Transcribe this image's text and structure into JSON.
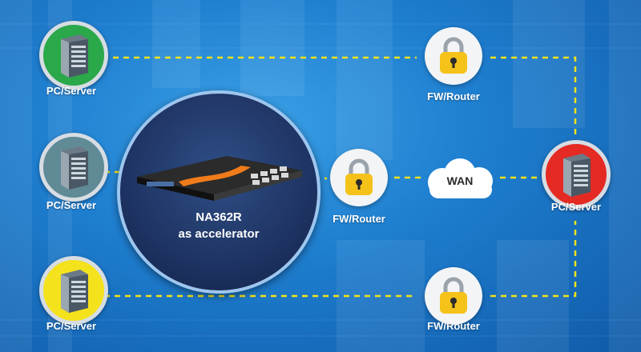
{
  "colors": {
    "link": "#f2e21a",
    "server_green": "#2aa84a",
    "server_gray": "#5f8a96",
    "server_yellow": "#f4e21c",
    "server_red": "#e52a23",
    "lock_body": "#f5c21a"
  },
  "nodes": {
    "pc_top": {
      "label": "PC/Server",
      "icon": "server-rack-icon"
    },
    "pc_mid": {
      "label": "PC/Server",
      "icon": "server-rack-icon"
    },
    "pc_bottom": {
      "label": "PC/Server",
      "icon": "server-rack-icon"
    },
    "pc_right": {
      "label": "PC/Server",
      "icon": "server-rack-icon"
    },
    "fw_top": {
      "label": "FW/Router",
      "icon": "padlock-icon"
    },
    "fw_mid": {
      "label": "FW/Router",
      "icon": "padlock-icon"
    },
    "fw_bottom": {
      "label": "FW/Router",
      "icon": "padlock-icon"
    },
    "wan": {
      "label": "WAN",
      "icon": "cloud-icon"
    },
    "accelerator": {
      "model": "NA362R",
      "role": "as accelerator",
      "icon": "rack-appliance-icon"
    }
  }
}
